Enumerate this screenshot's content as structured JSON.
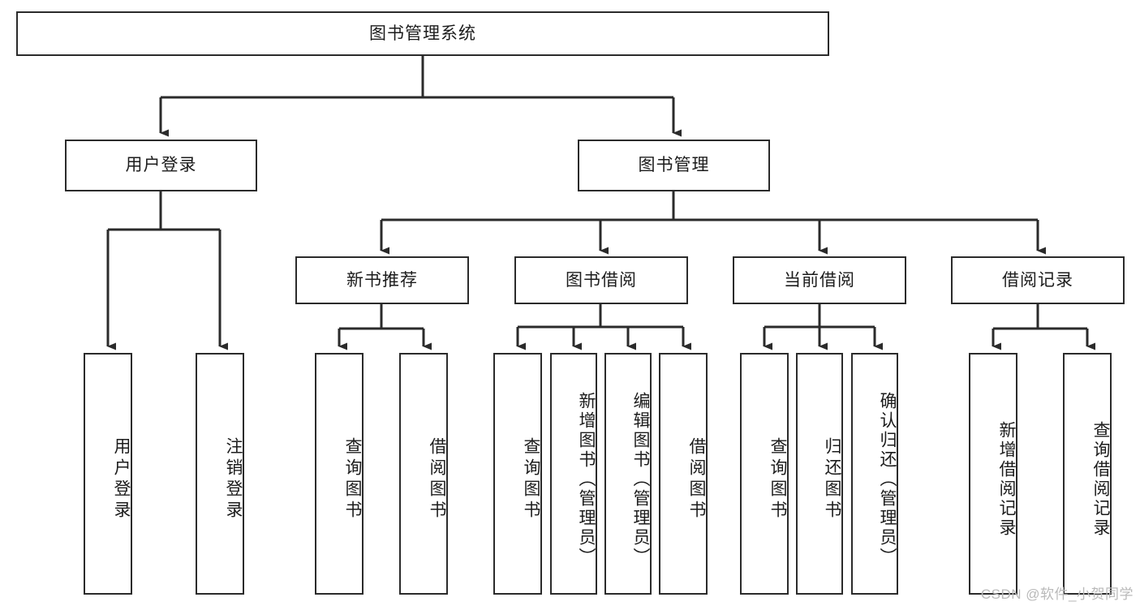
{
  "diagram": {
    "type": "hierarchy-tree",
    "title": "图书管理系统",
    "watermark": "CSDN @软件_小贺同学",
    "colors": {
      "box_border": "#2b2b2b",
      "box_fill": "#ffffff",
      "connector": "#2b2b2b",
      "watermark": "#b9b9b9",
      "page_background": "#ffffff"
    },
    "root": {
      "label": "图书管理系统"
    },
    "level2": [
      {
        "label": "用户登录"
      },
      {
        "label": "图书管理"
      }
    ],
    "level3": [
      {
        "label": "新书推荐"
      },
      {
        "label": "图书借阅"
      },
      {
        "label": "当前借阅"
      },
      {
        "label": "借阅记录"
      }
    ],
    "leaves": {
      "user_login": [
        {
          "label": "用户登录"
        },
        {
          "label": "注销登录"
        }
      ],
      "new_book_recommend": [
        {
          "label": "查询图书"
        },
        {
          "label": "借阅图书"
        }
      ],
      "book_borrow": [
        {
          "label": "查询图书"
        },
        {
          "label": "新增图书（管理员）"
        },
        {
          "label": "编辑图书（管理员）"
        },
        {
          "label": "借阅图书"
        }
      ],
      "current_borrow": [
        {
          "label": "查询图书"
        },
        {
          "label": "归还图书"
        },
        {
          "label": "确认归还（管理员）"
        }
      ],
      "borrow_record": [
        {
          "label": "新增借阅记录"
        },
        {
          "label": "查询借阅记录"
        }
      ]
    }
  }
}
